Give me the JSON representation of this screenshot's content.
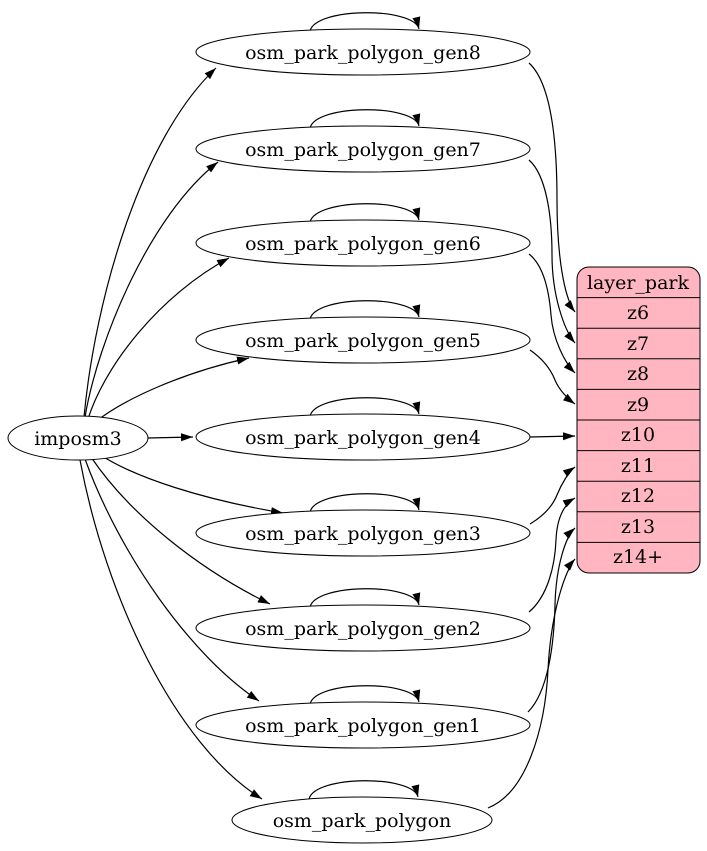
{
  "diagram": {
    "source": {
      "label": "imposm3"
    },
    "tables": [
      {
        "label": "osm_park_polygon_gen8"
      },
      {
        "label": "osm_park_polygon_gen7"
      },
      {
        "label": "osm_park_polygon_gen6"
      },
      {
        "label": "osm_park_polygon_gen5"
      },
      {
        "label": "osm_park_polygon_gen4"
      },
      {
        "label": "osm_park_polygon_gen3"
      },
      {
        "label": "osm_park_polygon_gen2"
      },
      {
        "label": "osm_park_polygon_gen1"
      },
      {
        "label": "osm_park_polygon"
      }
    ],
    "layer": {
      "header": "layer_park",
      "rows": [
        "z6",
        "z7",
        "z8",
        "z9",
        "z10",
        "z11",
        "z12",
        "z13",
        "z14+"
      ]
    },
    "edges": [
      {
        "from": "imposm3",
        "to": "osm_park_polygon_gen8"
      },
      {
        "from": "imposm3",
        "to": "osm_park_polygon_gen7"
      },
      {
        "from": "imposm3",
        "to": "osm_park_polygon_gen6"
      },
      {
        "from": "imposm3",
        "to": "osm_park_polygon_gen5"
      },
      {
        "from": "imposm3",
        "to": "osm_park_polygon_gen4"
      },
      {
        "from": "imposm3",
        "to": "osm_park_polygon_gen3"
      },
      {
        "from": "imposm3",
        "to": "osm_park_polygon_gen2"
      },
      {
        "from": "imposm3",
        "to": "osm_park_polygon_gen1"
      },
      {
        "from": "imposm3",
        "to": "osm_park_polygon"
      },
      {
        "from": "osm_park_polygon_gen8",
        "to": "osm_park_polygon_gen8"
      },
      {
        "from": "osm_park_polygon_gen7",
        "to": "osm_park_polygon_gen7"
      },
      {
        "from": "osm_park_polygon_gen6",
        "to": "osm_park_polygon_gen6"
      },
      {
        "from": "osm_park_polygon_gen5",
        "to": "osm_park_polygon_gen5"
      },
      {
        "from": "osm_park_polygon_gen4",
        "to": "osm_park_polygon_gen4"
      },
      {
        "from": "osm_park_polygon_gen3",
        "to": "osm_park_polygon_gen3"
      },
      {
        "from": "osm_park_polygon_gen2",
        "to": "osm_park_polygon_gen2"
      },
      {
        "from": "osm_park_polygon_gen1",
        "to": "osm_park_polygon_gen1"
      },
      {
        "from": "osm_park_polygon",
        "to": "osm_park_polygon"
      },
      {
        "from": "osm_park_polygon_gen8",
        "to": "layer_park.z6"
      },
      {
        "from": "osm_park_polygon_gen7",
        "to": "layer_park.z7"
      },
      {
        "from": "osm_park_polygon_gen6",
        "to": "layer_park.z8"
      },
      {
        "from": "osm_park_polygon_gen5",
        "to": "layer_park.z9"
      },
      {
        "from": "osm_park_polygon_gen4",
        "to": "layer_park.z10"
      },
      {
        "from": "osm_park_polygon_gen3",
        "to": "layer_park.z11"
      },
      {
        "from": "osm_park_polygon_gen2",
        "to": "layer_park.z12"
      },
      {
        "from": "osm_park_polygon_gen1",
        "to": "layer_park.z13"
      },
      {
        "from": "osm_park_polygon",
        "to": "layer_park.z14+"
      }
    ],
    "colors": {
      "layer_fill": "#ffb6c1",
      "node_fill": "#ffffff",
      "edge": "#000000",
      "text": "#000000",
      "background": "#ffffff"
    }
  }
}
